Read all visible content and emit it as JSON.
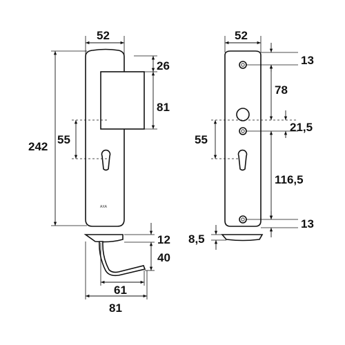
{
  "left_view": {
    "width_top": "52",
    "dim_26": "26",
    "dim_81_right": "81",
    "dim_242": "242",
    "dim_55": "55",
    "dim_12": "12",
    "dim_40": "40",
    "dim_61": "61",
    "dim_81_bottom": "81",
    "logo_text": "AXA"
  },
  "right_view": {
    "width_top": "52",
    "dim_13_top": "13",
    "dim_78": "78",
    "dim_21_5": "21,5",
    "dim_55": "55",
    "dim_116_5": "116,5",
    "dim_13_bottom": "13",
    "dim_8_5": "8,5"
  }
}
